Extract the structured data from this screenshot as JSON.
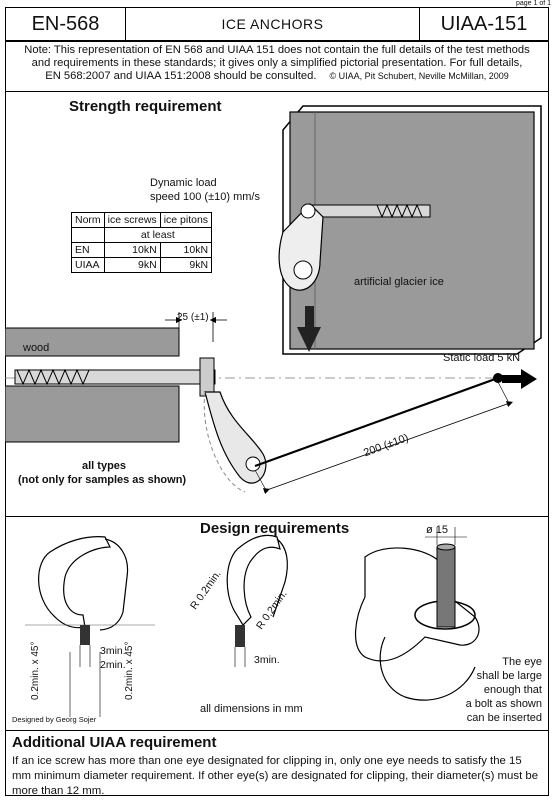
{
  "page_number": "page 1 of 1",
  "header": {
    "left": "EN-568",
    "center": "ICE  ANCHORS",
    "right": "UIAA-151"
  },
  "note": {
    "line1": "Note: This representation of EN 568 and UIAA 151 does not contain the full details of the test methods",
    "line2": "and requirements in these standards; it gives only a simplified pictorial presentation. For full details,",
    "line3": "EN 568:2007 and UIAA 151:2008 should be consulted.",
    "copyright": "© UIAA, Pit Schubert, Neville McMillan, 2009"
  },
  "strength": {
    "title": "Strength requirement",
    "dynamic_load": "Dynamic load",
    "speed": "speed 100 (±10) mm/s",
    "glacier": "artificial glacier ice",
    "wood": "wood",
    "static_load": "Static load 5 kN",
    "dim_25": "25 (±1)",
    "dim_200": "200 (±10)",
    "all_types": "all types",
    "not_only": "(not only for samples as shown)",
    "table": {
      "h_norm": "Norm",
      "h_screws": "ice screws",
      "h_pitons": "ice pitons",
      "at_least": "at least",
      "r1_norm": "EN",
      "r1_screws": "10kN",
      "r1_pitons": "10kN",
      "r2_norm": "UIAA",
      "r2_screws": "9kN",
      "r2_pitons": "9kN"
    }
  },
  "design": {
    "title": "Design requirements",
    "angle_left": "0.2min. x 45°",
    "angle_right": "0.2min. x 45°",
    "dim_3a": "3min.",
    "dim_2": "2min.",
    "r_left": "R 0.2min.",
    "r_right": "R 0.2min.",
    "dim_3b": "3min.",
    "all_dims": "all dimensions in mm",
    "diameter": "ø 15",
    "eye1": "The eye",
    "eye2": "shall be large",
    "eye3": "enough that",
    "eye4": "a bolt as shown",
    "eye5": "can be inserted",
    "designer": "Designed by Georg Sojer"
  },
  "additional": {
    "title": "Additional UIAA requirement",
    "text": "If an ice screw has more than one eye designated for clipping in, only one eye needs to satisfy the 15 mm minimum diameter requirement. If other eye(s) are designated for clipping, their diameter(s) must be more than 12 mm."
  }
}
